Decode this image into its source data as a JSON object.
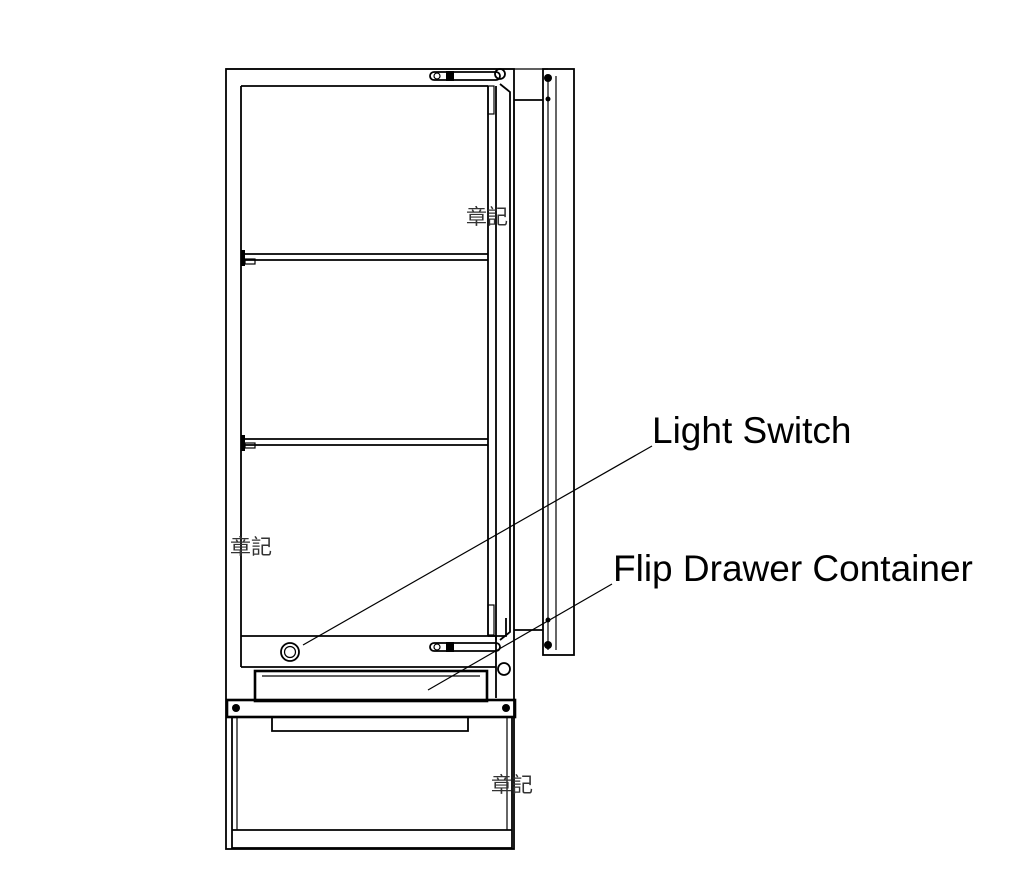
{
  "labels": {
    "light_switch": "Light Switch",
    "flip_drawer_container": "Flip Drawer Container"
  },
  "watermarks": {
    "upper_right": "章記",
    "middle_left": "章記",
    "drawer": "章記"
  },
  "colors": {
    "line": "#000000",
    "background": "#ffffff"
  }
}
